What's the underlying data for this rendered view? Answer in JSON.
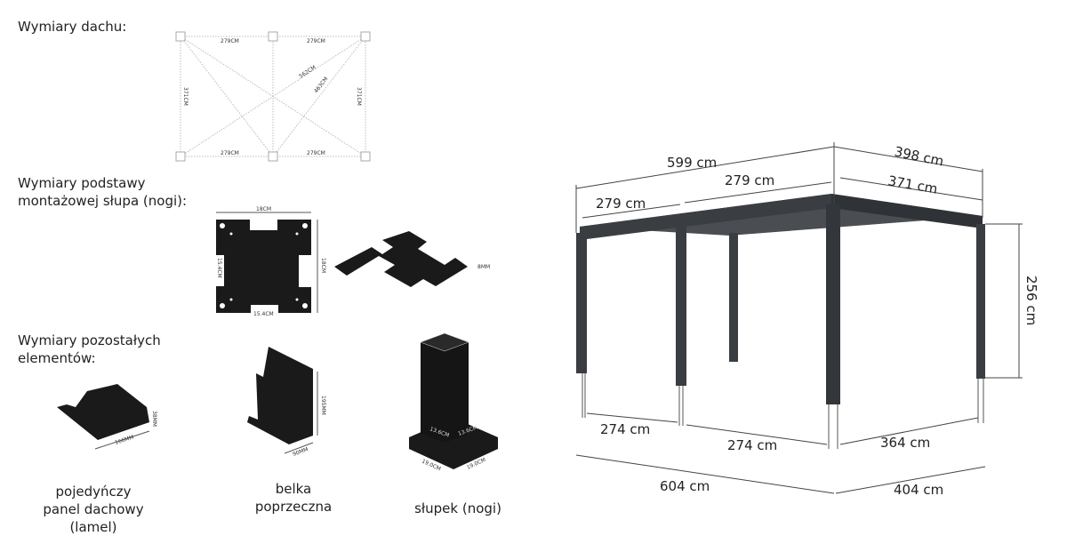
{
  "sections": {
    "roof": "Wymiary dachu:",
    "base": "Wymiary podstawy montażowej słupa (nogi):",
    "other": "Wymiary pozostałych elementów:"
  },
  "roof_plan": {
    "top_left": "279CM",
    "top_right": "279CM",
    "bottom_left": "279CM",
    "bottom_right": "279CM",
    "left": "371CM",
    "right": "371CM",
    "diag_long": "562CM",
    "diag_short": "463CM"
  },
  "base_plate": {
    "width": "18CM",
    "height": "18CM",
    "hole_v": "15.4CM",
    "hole_h": "15.4CM",
    "thickness": "8MM"
  },
  "elements": {
    "lamel": {
      "caption": "pojedyńczy panel dachowy (lamel)",
      "length": "166MM",
      "height": "38MM"
    },
    "beam": {
      "caption": "belka poprzeczna",
      "height": "195MM",
      "width": "90MM"
    },
    "post": {
      "caption": "słupek (nogi)",
      "inner_a": "13.6CM",
      "inner_b": "13.6CM",
      "outer_a": "19.0CM",
      "outer_b": "19.0CM"
    }
  },
  "pergola": {
    "total_length": "599 cm",
    "total_width": "398 cm",
    "bay_left": "279 cm",
    "bay_right": "279 cm",
    "inner_width": "371 cm",
    "height": "256 cm",
    "floor_bay_left": "274 cm",
    "floor_bay_right": "274 cm",
    "floor_width_inner": "364 cm",
    "floor_length": "604 cm",
    "floor_width": "404 cm"
  },
  "colors": {
    "frame": "#3a3d42",
    "part": "#1a1a1a"
  }
}
